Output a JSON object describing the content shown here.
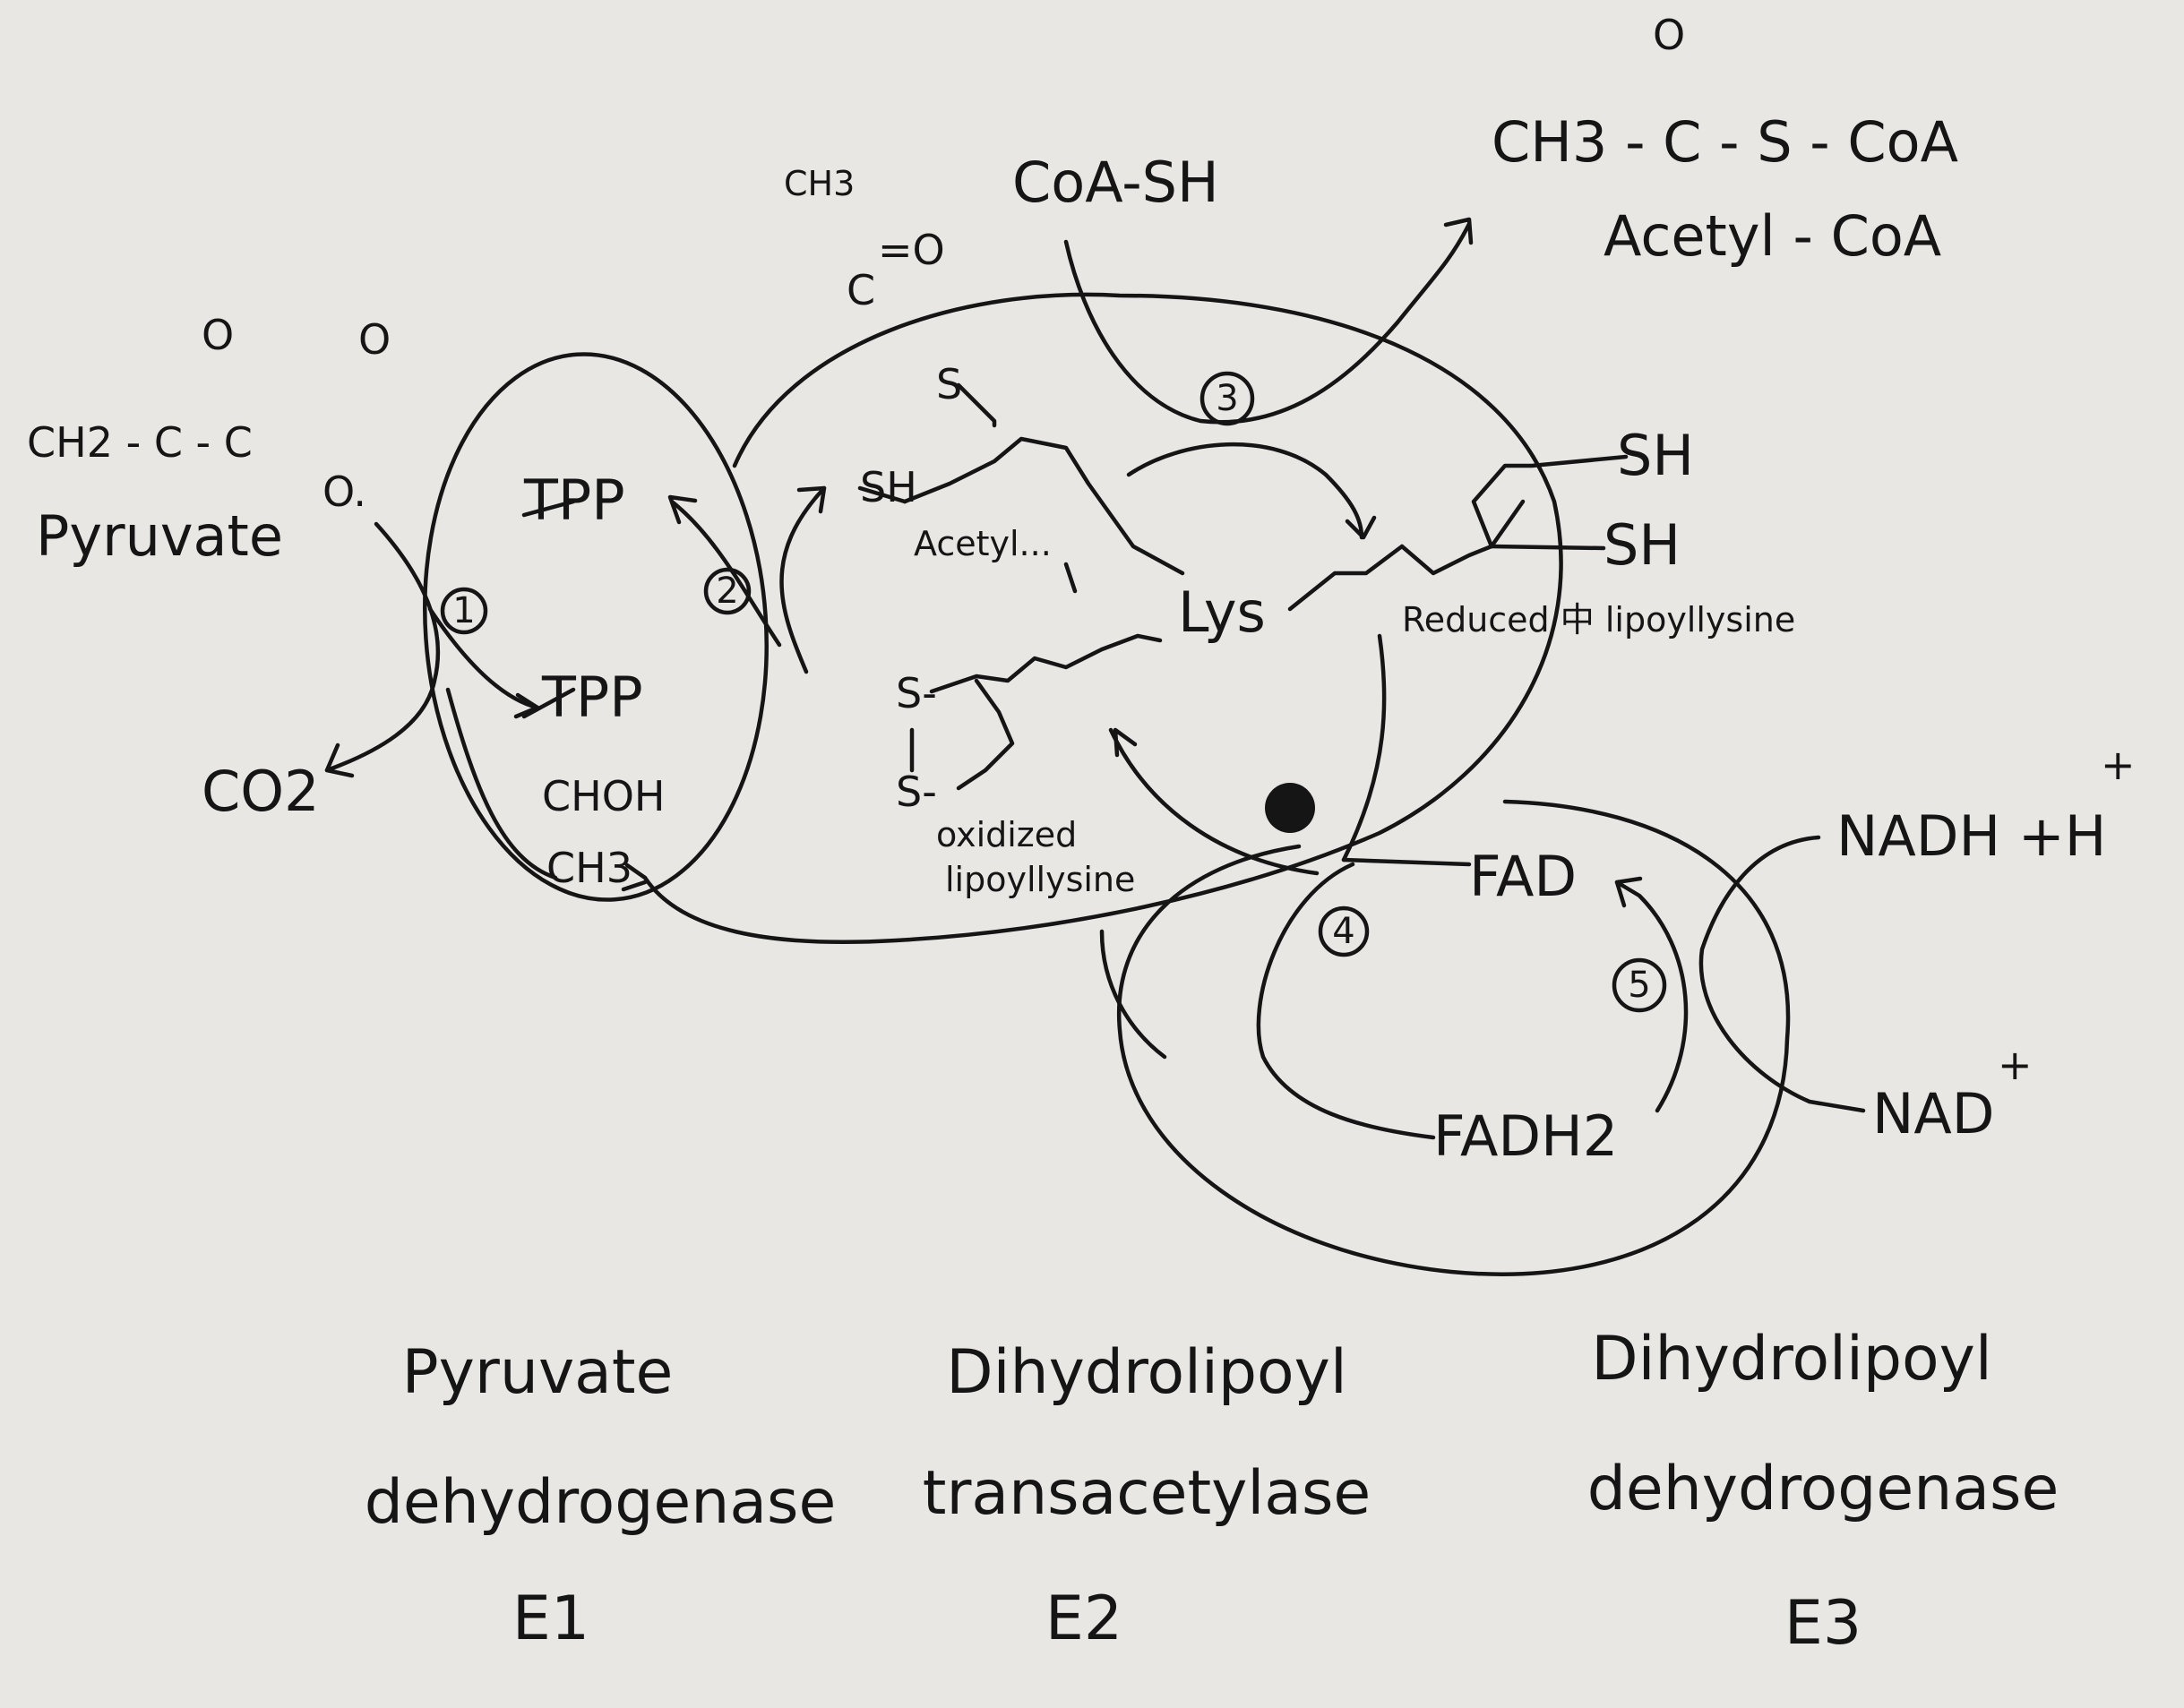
{
  "pyruvate": {
    "formula_a": "CH2 - C - C",
    "formula_o_top": "O",
    "formula_o_right": "O",
    "formula_o_minus": "O.",
    "name": "Pyruvate"
  },
  "co2": "CO2",
  "e1": {
    "tpp_top": "TPP",
    "tpp_bottom": "TPP",
    "choh": "CHOH",
    "ch3": "CH3",
    "step1": "1",
    "step2": "2"
  },
  "e2": {
    "acetyl_ch3": "CH3",
    "acetyl_c": "C",
    "acetyl_o": "=O",
    "s_top": "S",
    "sh": "SH",
    "acetyl_label": "Acetyl...",
    "lys": "Lys",
    "s_ring_top": "S-",
    "s_ring_bottom": "S-",
    "oxidized_1": "oxidized",
    "oxidized_2": "lipoyllysine",
    "coa_sh": "CoA-SH",
    "step3": "3",
    "step4": "4",
    "scribble": "@@"
  },
  "acetyl_coa": {
    "o": "O",
    "formula": "CH3 - C - S - CoA",
    "name": "Acetyl - CoA"
  },
  "reduced": {
    "sh_top": "SH",
    "sh_bottom": "SH",
    "label": "Reduced 中 lipoyllysine"
  },
  "e3": {
    "fad": "FAD",
    "fadh2": "FADH2",
    "nadh": "NADH +H",
    "nadh_sup": "+",
    "nad": "NAD",
    "nad_sup": "+",
    "step5": "5"
  },
  "enzymes": [
    {
      "line1": "Pyruvate",
      "line2": "dehydrogenase",
      "code": "E1"
    },
    {
      "line1": "Dihydrolipoyl",
      "line2": "transacetylase",
      "code": "E2"
    },
    {
      "line1": "Dihydrolipoyl",
      "line2": "dehydrogenase",
      "code": "E3"
    }
  ]
}
